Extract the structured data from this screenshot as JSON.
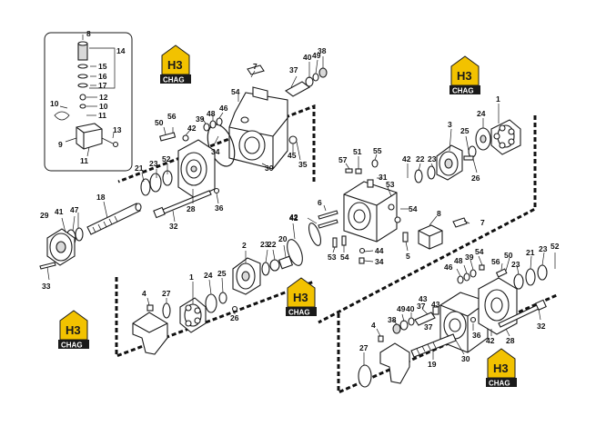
{
  "brand": {
    "logo_top": "H3",
    "logo_bottom": "CHAG",
    "accent_color": "#f2c200",
    "dark_color": "#1a1a1a"
  },
  "labels": {
    "l1a": "1",
    "l2a": "2",
    "l3a": "3",
    "l4a": "4",
    "l5a": "5",
    "l6a": "6",
    "l7a": "7",
    "l7b": "7",
    "l8a": "8",
    "l8b": "8",
    "l9a": "9",
    "l10a": "10",
    "l10b": "10",
    "l11a": "11",
    "l11b": "11",
    "l12a": "12",
    "l13a": "13",
    "l14a": "14",
    "l15a": "15",
    "l16a": "16",
    "l17a": "17",
    "l18a": "18",
    "l19a": "19",
    "l20a": "20",
    "l21a": "21",
    "l21b": "21",
    "l22a": "22",
    "l22b": "22",
    "l23a": "23",
    "l23b": "23",
    "l23c": "23",
    "l24a": "24",
    "l24b": "24",
    "l25a": "25",
    "l25b": "25",
    "l26a": "26",
    "l26b": "26",
    "l27a": "27",
    "l27b": "27",
    "l28a": "28",
    "l28b": "28",
    "l29a": "29",
    "l30a": "30",
    "l30b": "30",
    "l31a": "31",
    "l32a": "32",
    "l32b": "32",
    "l33a": "33",
    "l34a": "34",
    "l35a": "35",
    "l36a": "36",
    "l37a": "37",
    "l37b": "37",
    "l37c": "37",
    "l38a": "38",
    "l38b": "38",
    "l39a": "39",
    "l39b": "39",
    "l40a": "40",
    "l40b": "40",
    "l41a": "41",
    "l42a": "42",
    "l42b": "42",
    "l42c": "42",
    "l42d": "42",
    "l43a": "43",
    "l44a": "44",
    "l45a": "45",
    "l46a": "46",
    "l46b": "46",
    "l47a": "47",
    "l48a": "48",
    "l48b": "48",
    "l49a": "49",
    "l49b": "49",
    "l50a": "50",
    "l50b": "50",
    "l51a": "51",
    "l52a": "52",
    "l52b": "52",
    "l53a": "53",
    "l53b": "53",
    "l54a": "54",
    "l54b": "54",
    "l54c": "54",
    "l54d": "54",
    "l55a": "55",
    "l56a": "56",
    "l56b": "56",
    "l57a": "57"
  }
}
